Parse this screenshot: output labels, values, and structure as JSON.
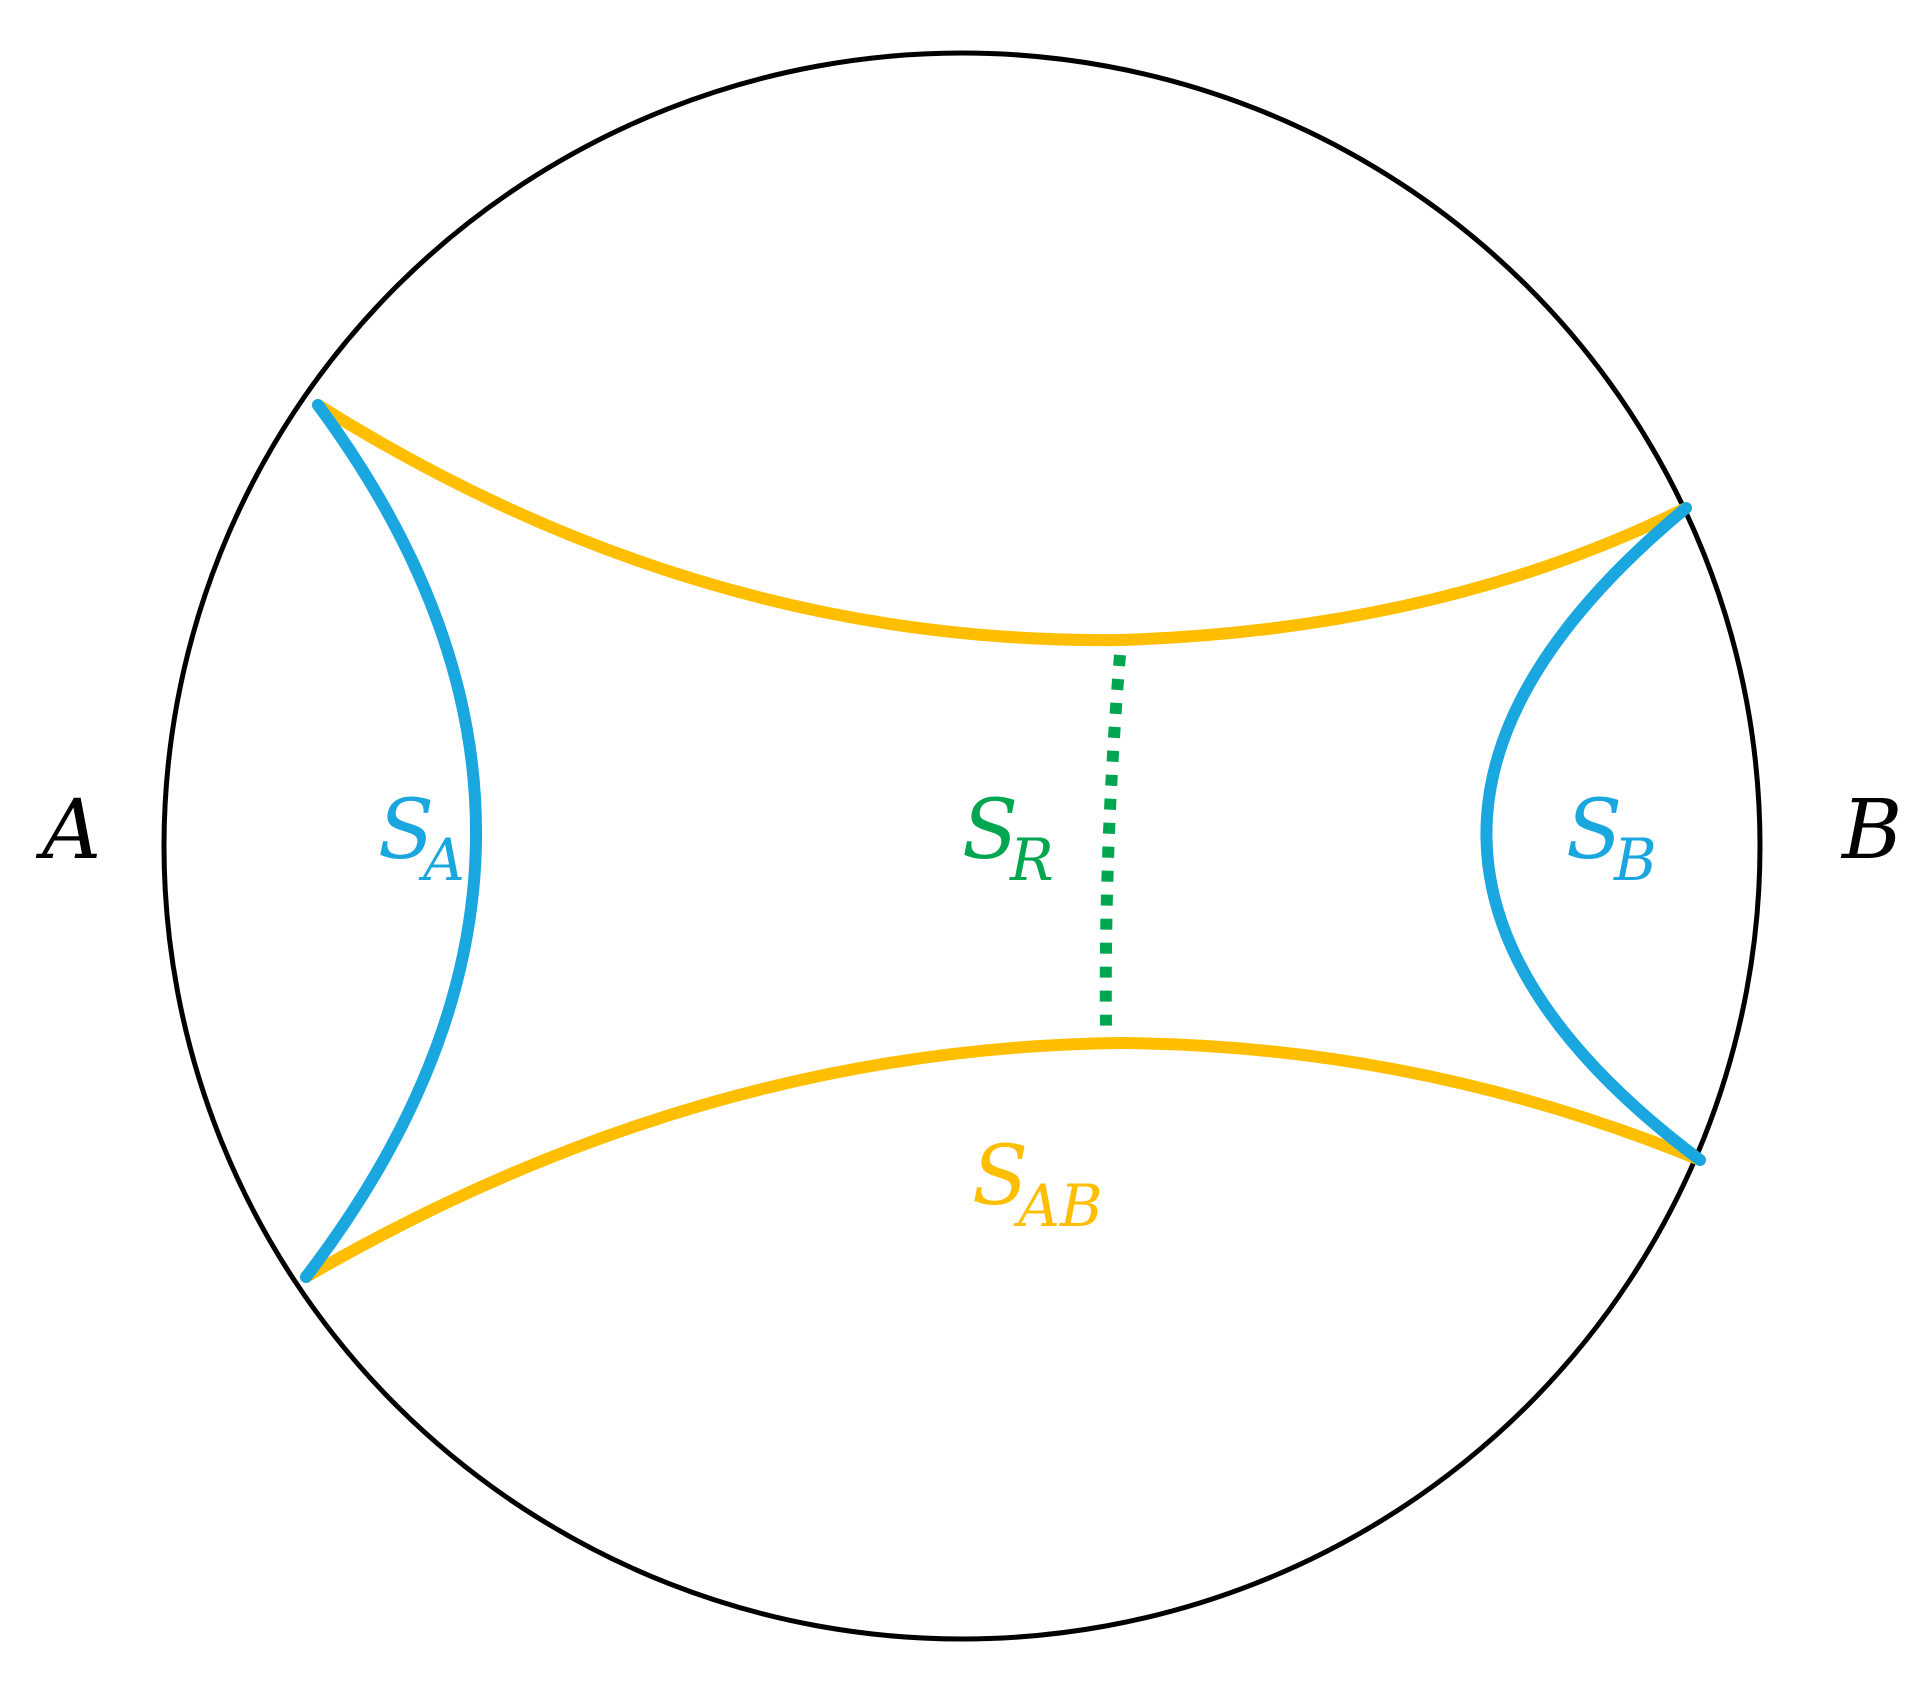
{
  "colors": {
    "boundary": "#000000",
    "surface_A": "#1aa7e0",
    "surface_B": "#1aa7e0",
    "surface_AB": "#ffbf00",
    "surface_R": "#00a650"
  },
  "labels": {
    "region_A": "A",
    "region_B": "B",
    "S_A": {
      "main": "S",
      "sub": "A"
    },
    "S_B": {
      "main": "S",
      "sub": "B"
    },
    "S_R": {
      "main": "S",
      "sub": "R"
    },
    "S_AB": {
      "main": "S",
      "sub": "AB"
    }
  }
}
